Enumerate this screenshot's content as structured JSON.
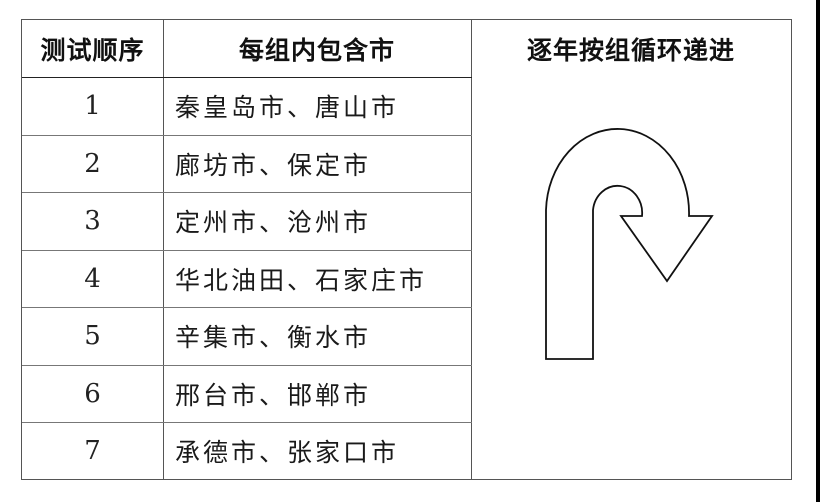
{
  "table": {
    "headers": {
      "order": "测试顺序",
      "cities": "每组内包含市",
      "cycle": "逐年按组循环递进"
    },
    "rows": [
      {
        "order": "1",
        "cities": "秦皇岛市、唐山市"
      },
      {
        "order": "2",
        "cities": "廊坊市、保定市"
      },
      {
        "order": "3",
        "cities": "定州市、沧州市"
      },
      {
        "order": "4",
        "cities": "华北油田、石家庄市"
      },
      {
        "order": "5",
        "cities": "辛集市、衡水市"
      },
      {
        "order": "6",
        "cities": "邢台市、邯郸市"
      },
      {
        "order": "7",
        "cities": "承德市、张家口市"
      }
    ],
    "cycle_icon": "u-turn-arrow-icon"
  }
}
